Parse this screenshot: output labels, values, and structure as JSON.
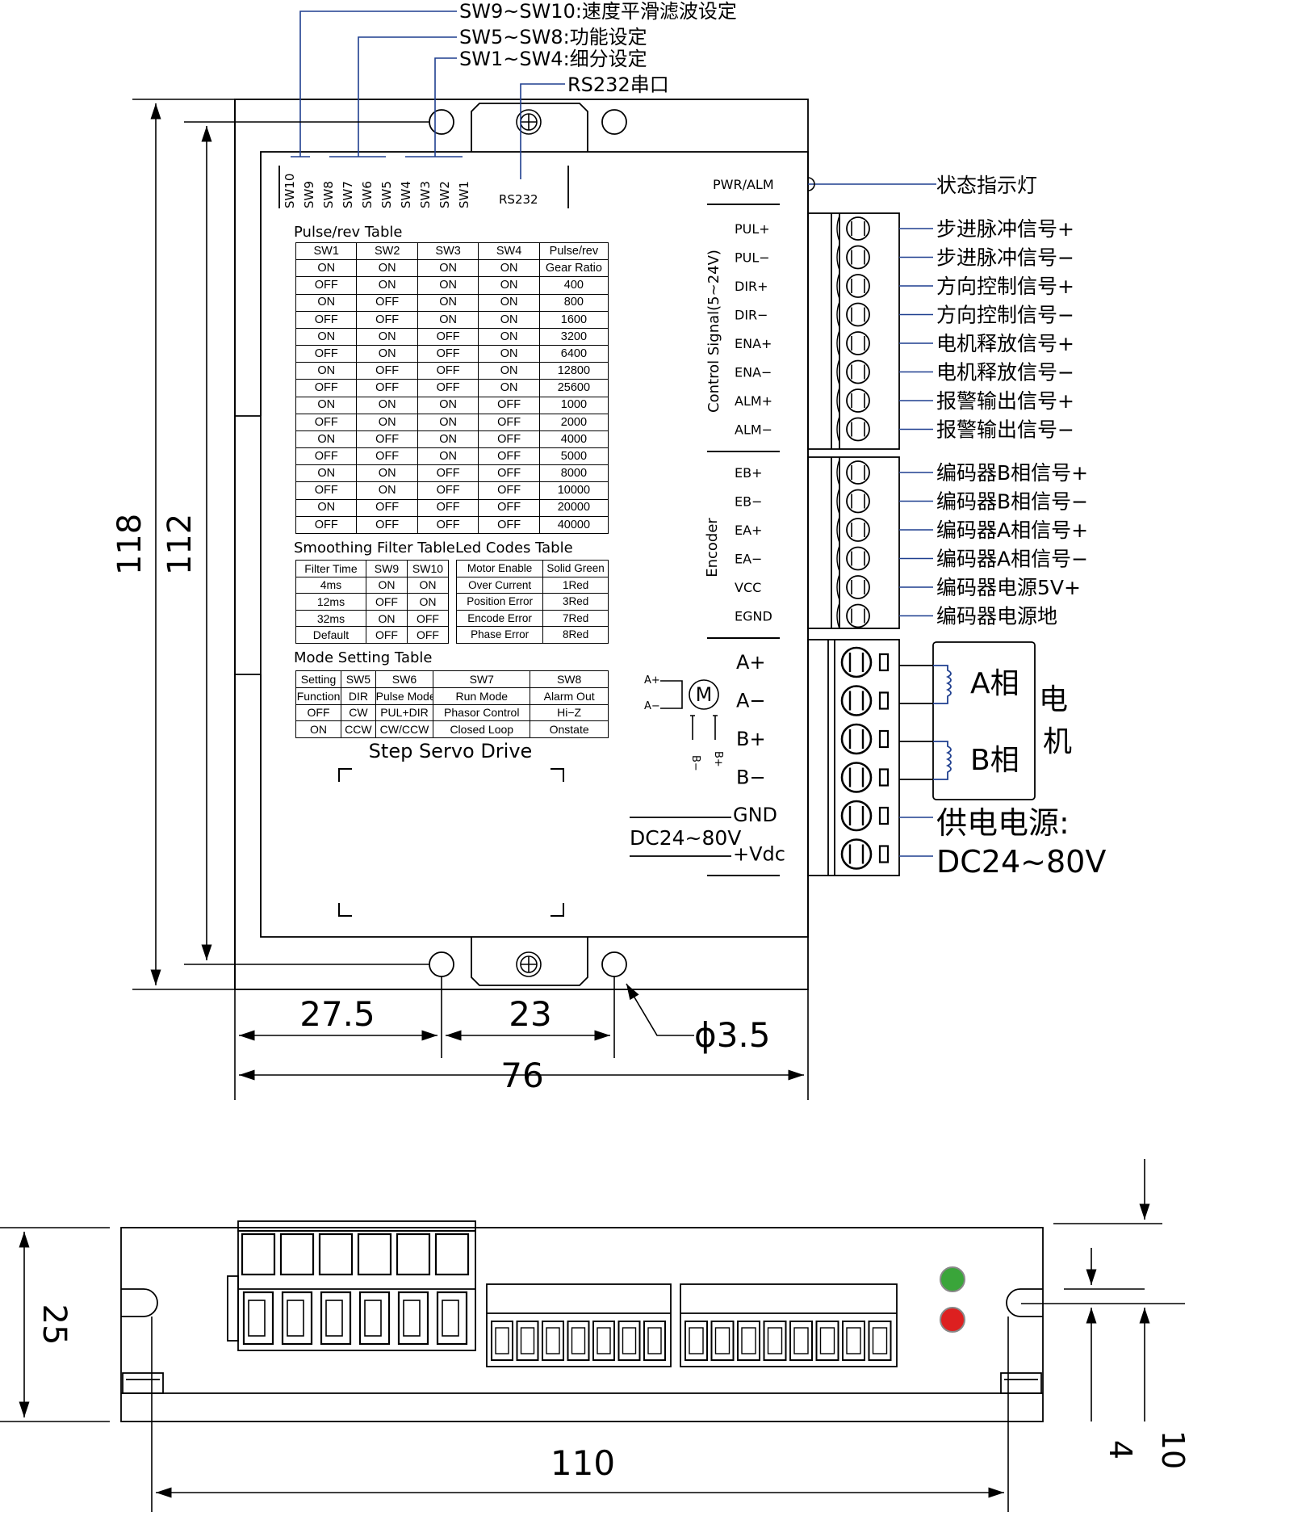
{
  "callouts": {
    "sw9_10": "SW9~SW10:速度平滑滤波设定",
    "sw5_8": "SW5~SW8:功能设定",
    "sw1_4": "SW1~SW4:细分设定",
    "rs232": "RS232串口"
  },
  "switches": [
    "SW10",
    "SW9",
    "SW8",
    "SW7",
    "SW6",
    "SW5",
    "SW4",
    "SW3",
    "SW2",
    "SW1"
  ],
  "rs232_label": "RS232",
  "pwr_alm": "PWR/ALM",
  "status_led_note": "状态指示灯",
  "control_signal_title": "Control Signal(5~24V)",
  "encoder_title": "Encoder",
  "control_pins": [
    "PUL+",
    "PUL−",
    "DIR+",
    "DIR−",
    "ENA+",
    "ENA−",
    "ALM+",
    "ALM−"
  ],
  "control_notes": [
    "步进脉冲信号+",
    "步进脉冲信号−",
    "方向控制信号+",
    "方向控制信号−",
    "电机释放信号+",
    "电机释放信号−",
    "报警输出信号+",
    "报警输出信号−"
  ],
  "encoder_pins": [
    "EB+",
    "EB−",
    "EA+",
    "EA−",
    "VCC",
    "EGND"
  ],
  "encoder_notes": [
    "编码器B相信号+",
    "编码器B相信号−",
    "编码器A相信号+",
    "编码器A相信号−",
    "编码器电源5V+",
    "编码器电源地"
  ],
  "power_pins": [
    "A+",
    "A−",
    "B+",
    "B−",
    "GND",
    "+Vdc"
  ],
  "phase_a": "A相",
  "phase_b": "B相",
  "motor_label": [
    "电",
    "机"
  ],
  "supply_title": "供电电源:",
  "supply_range": "DC24~80V",
  "dc_label": "DC24~80V",
  "motor_symbol": {
    "m": "M",
    "a_plus": "A+",
    "a_minus": "A−",
    "b_minus": "B−",
    "b_plus": "B+"
  },
  "pulse_table": {
    "title": "Pulse/rev Table",
    "headers": [
      "SW1",
      "SW2",
      "SW3",
      "SW4",
      "Pulse/rev"
    ],
    "rows": [
      [
        "ON",
        "ON",
        "ON",
        "ON",
        "Gear Ratio"
      ],
      [
        "OFF",
        "ON",
        "ON",
        "ON",
        "400"
      ],
      [
        "ON",
        "OFF",
        "ON",
        "ON",
        "800"
      ],
      [
        "OFF",
        "OFF",
        "ON",
        "ON",
        "1600"
      ],
      [
        "ON",
        "ON",
        "OFF",
        "ON",
        "3200"
      ],
      [
        "OFF",
        "ON",
        "OFF",
        "ON",
        "6400"
      ],
      [
        "ON",
        "OFF",
        "OFF",
        "ON",
        "12800"
      ],
      [
        "OFF",
        "OFF",
        "OFF",
        "ON",
        "25600"
      ],
      [
        "ON",
        "ON",
        "ON",
        "OFF",
        "1000"
      ],
      [
        "OFF",
        "ON",
        "ON",
        "OFF",
        "2000"
      ],
      [
        "ON",
        "OFF",
        "ON",
        "OFF",
        "4000"
      ],
      [
        "OFF",
        "OFF",
        "ON",
        "OFF",
        "5000"
      ],
      [
        "ON",
        "ON",
        "OFF",
        "OFF",
        "8000"
      ],
      [
        "OFF",
        "ON",
        "OFF",
        "OFF",
        "10000"
      ],
      [
        "ON",
        "OFF",
        "OFF",
        "OFF",
        "20000"
      ],
      [
        "OFF",
        "OFF",
        "OFF",
        "OFF",
        "40000"
      ]
    ]
  },
  "smooth_table": {
    "title": "Smoothing Filter Table",
    "headers": [
      "Filter Time",
      "SW9",
      "SW10"
    ],
    "rows": [
      [
        "4ms",
        "ON",
        "ON"
      ],
      [
        "12ms",
        "OFF",
        "ON"
      ],
      [
        "32ms",
        "ON",
        "OFF"
      ],
      [
        "Default",
        "OFF",
        "OFF"
      ]
    ]
  },
  "led_table": {
    "title": "Led Codes Table",
    "headers": [
      "Motor Enable",
      "Solid Green"
    ],
    "rows": [
      [
        "Over Current",
        "1Red"
      ],
      [
        "Position Error",
        "3Red"
      ],
      [
        "Encode Error",
        "7Red"
      ],
      [
        "Phase Error",
        "8Red"
      ]
    ]
  },
  "mode_table": {
    "title": "Mode Setting Table",
    "headers": [
      "Setting",
      "SW5",
      "SW6",
      "SW7",
      "SW8"
    ],
    "rows": [
      [
        "Function",
        "DIR",
        "Pulse Mode",
        "Run Mode",
        "Alarm Out"
      ],
      [
        "OFF",
        "CW",
        "PUL+DIR",
        "Phasor Control",
        "Hi−Z"
      ],
      [
        "ON",
        "CCW",
        "CW/CCW",
        "Closed Loop",
        "Onstate"
      ]
    ]
  },
  "product_name": "Step Servo Drive",
  "dimensions": {
    "d118": "118",
    "d112": "112",
    "d27_5": "27.5",
    "d23": "23",
    "d76": "76",
    "hole": "ϕ3.5",
    "d25": "25",
    "d110": "110",
    "d4": "4",
    "d10": "10"
  },
  "colors": {
    "line": "#000000",
    "leader": "#1f3f8f",
    "led_green": "#3aa53a",
    "led_red": "#dd2020"
  }
}
